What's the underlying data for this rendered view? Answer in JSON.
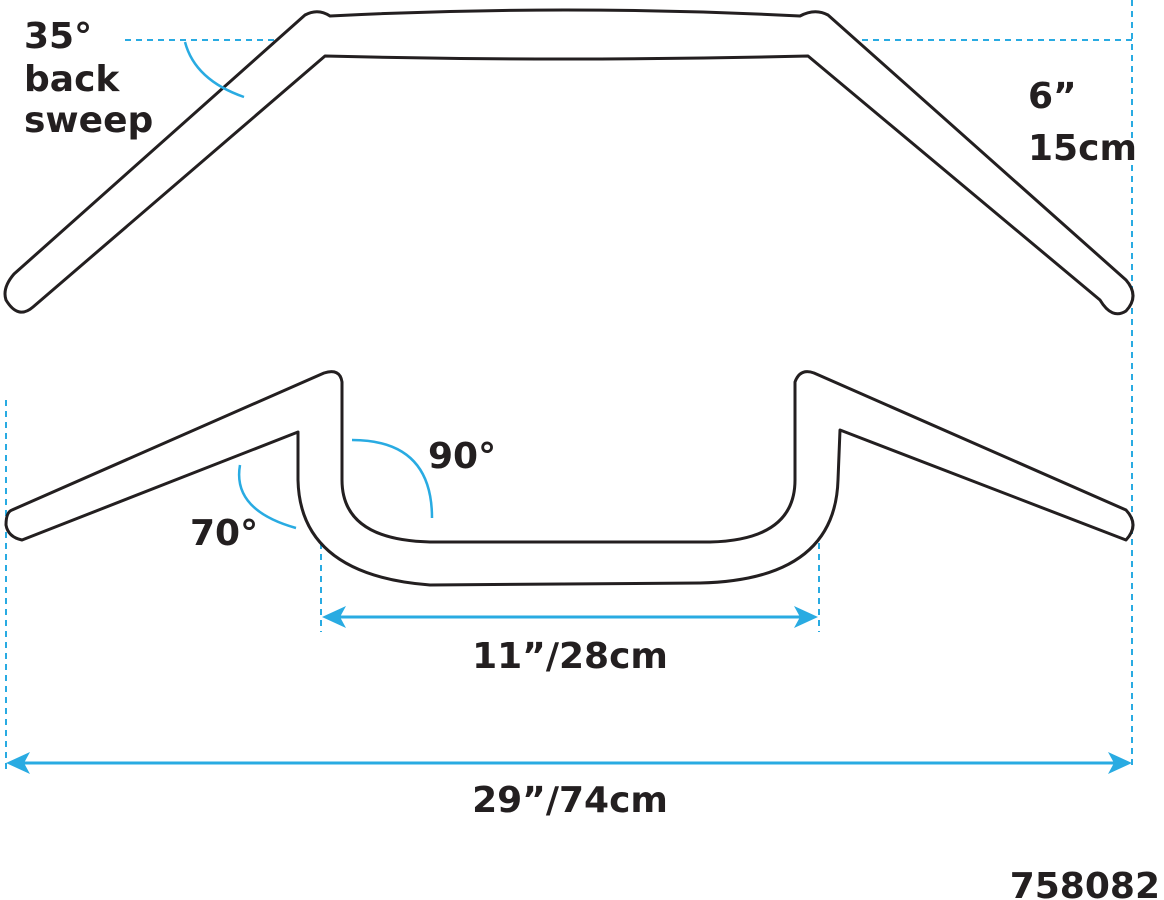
{
  "part_number": "758082",
  "top_view": {
    "sweep_angle_label": [
      "35°",
      "back",
      "sweep"
    ],
    "rise_label": [
      "6”",
      "15cm"
    ]
  },
  "front_view": {
    "angle_90_label": "90°",
    "angle_70_label": "70°",
    "inner_width_label": "11”/28cm",
    "overall_width_label": "29”/74cm"
  },
  "colors": {
    "outline": "#231f20",
    "dimension": "#29abe2",
    "background": "#ffffff"
  }
}
